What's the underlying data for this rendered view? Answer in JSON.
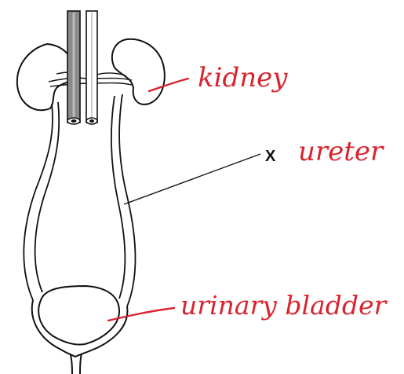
{
  "diagram": {
    "printed_label": "X",
    "annotations": {
      "kidney": "kidney",
      "ureter": "ureter",
      "bladder": "urinary bladder"
    },
    "colors": {
      "handwriting": "#d8242e",
      "line_art": "#111111",
      "vessel_fill": "#8a8a8a"
    }
  }
}
